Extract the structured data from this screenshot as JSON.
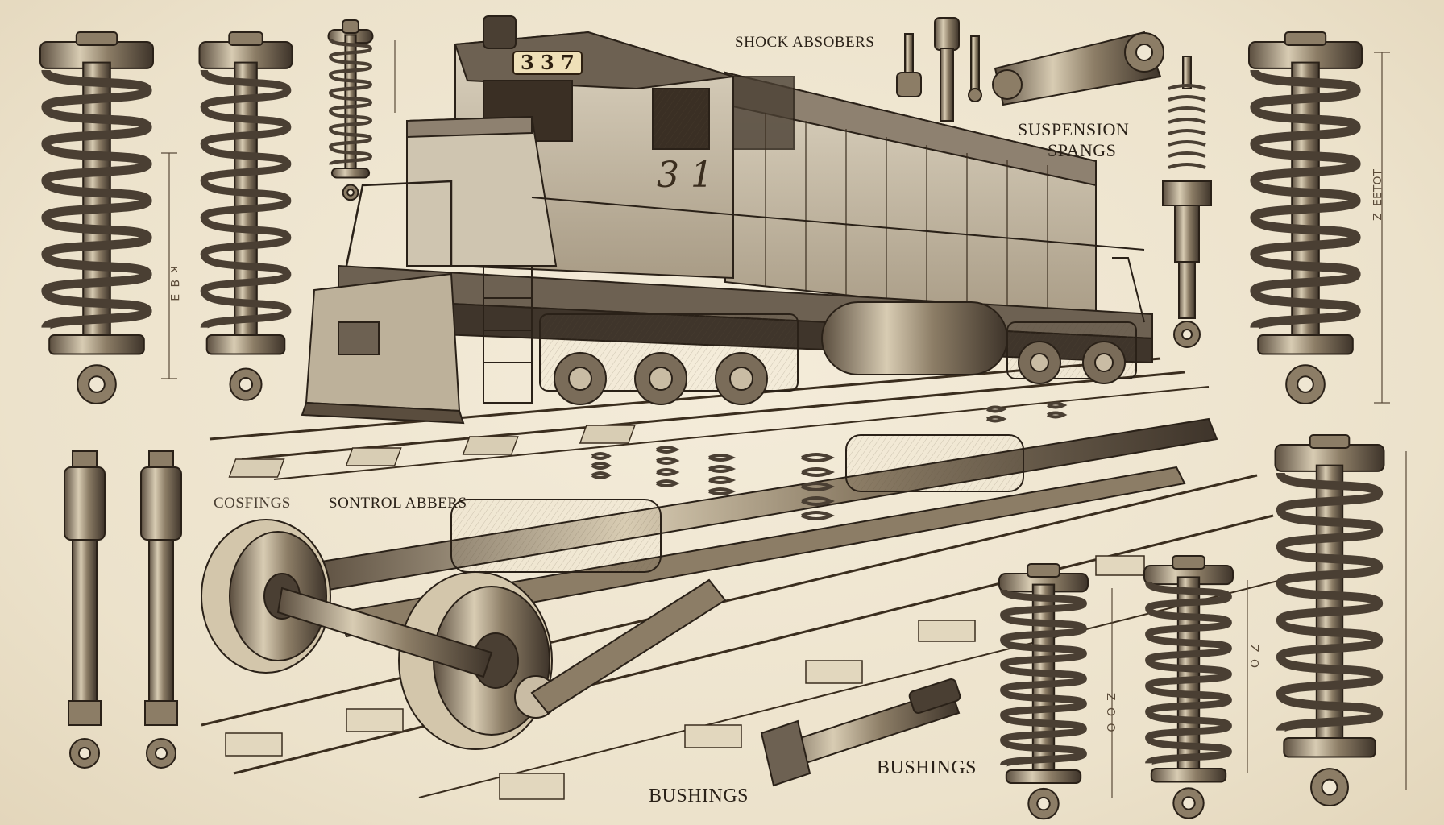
{
  "labels": {
    "shock_absorbers": "SHOCK ABSOBERS",
    "suspension_springs_line1": "SUSPENSION",
    "suspension_springs_line2": "SPANGS",
    "couplings": "COSFINGS",
    "control_arms": "SONTROL ABBERS",
    "bushings_center": "BUSHINGS",
    "bushings_right": "BUSHINGS"
  },
  "locomotive": {
    "number_plate": "3 3 7",
    "cab_number": "3 1"
  },
  "dimension_marks": {
    "left": "ĸ ꓭ ꓱ",
    "right_top": "ꓕꓳꓕꓱꓱ ꓜ",
    "right_mid": "ꓜ ꓳ",
    "center_right": "ꓜ ꓳ ꓳ"
  },
  "colors": {
    "paper": "#efe6d2",
    "ink": "#2a2118",
    "metal_dark": "#4a3f33",
    "metal_light": "#c9bca4"
  }
}
